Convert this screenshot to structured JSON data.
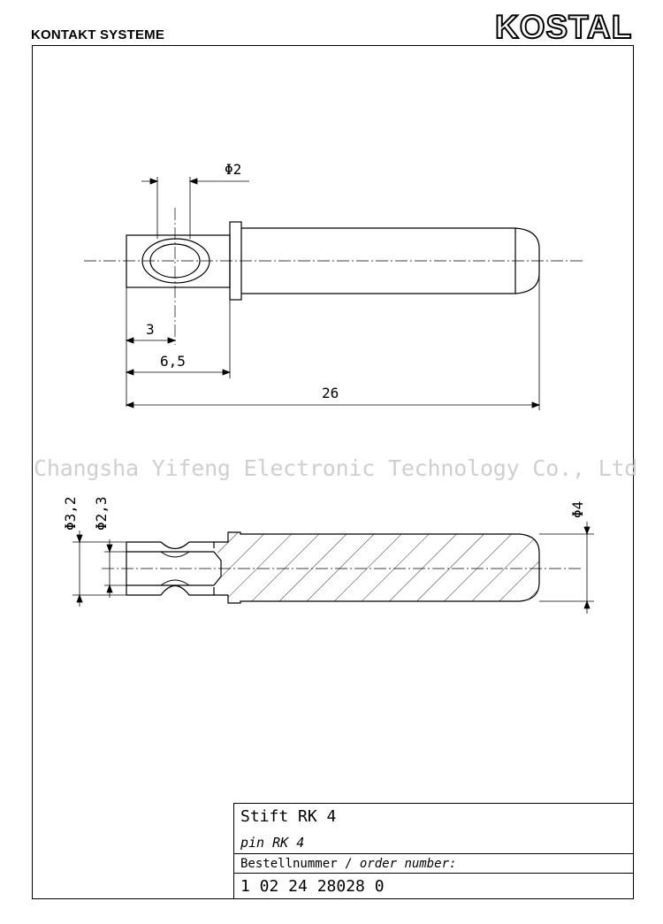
{
  "header": {
    "company_division": "KONTAKT SYSTEME",
    "logo_text": "KOSTAL"
  },
  "watermark": "Changsha Yifeng Electronic Technology Co., Ltd",
  "top_view": {
    "dim_hole_diameter": "Φ2",
    "dim_hole_position": "3",
    "dim_collar_position": "6,5",
    "dim_total_length": "26"
  },
  "section_view": {
    "dim_outer_diameter_end": "Φ3,2",
    "dim_inner_diameter_end": "Φ2,3",
    "dim_pin_diameter": "Φ4"
  },
  "title_block": {
    "name_de": "Stift RK 4",
    "name_en": "pin RK 4",
    "order_label_de": "Bestellnummer /",
    "order_label_en": " order number:",
    "order_number": "1 02 24 28028 0"
  }
}
